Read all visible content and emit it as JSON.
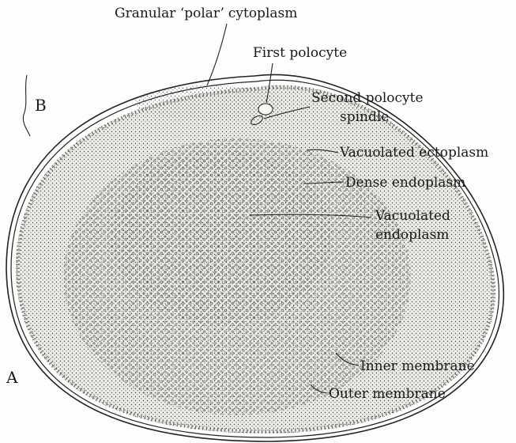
{
  "figure": {
    "panel_a": "A",
    "panel_b": "B",
    "labels": {
      "granular_polar": "Granular ʻpolarʼ cytoplasm",
      "first_polocyte": "First polocyte",
      "second_polocyte_line1": "Second polocyte",
      "second_polocyte_line2": "spindle",
      "vacuolated_ectoplasm": "Vacuolated ectoplasm",
      "dense_endoplasm": "Dense endoplasm",
      "vacuolated_endoplasm_line1": "Vacuolated",
      "vacuolated_endoplasm_line2": "endoplasm",
      "inner_membrane": "Inner membrane",
      "outer_membrane": "Outer membrane"
    },
    "colors": {
      "ink": "#1a1a1a",
      "paper": "#fdfdfb",
      "cytoplasm_fill": "#ecebe6"
    }
  }
}
